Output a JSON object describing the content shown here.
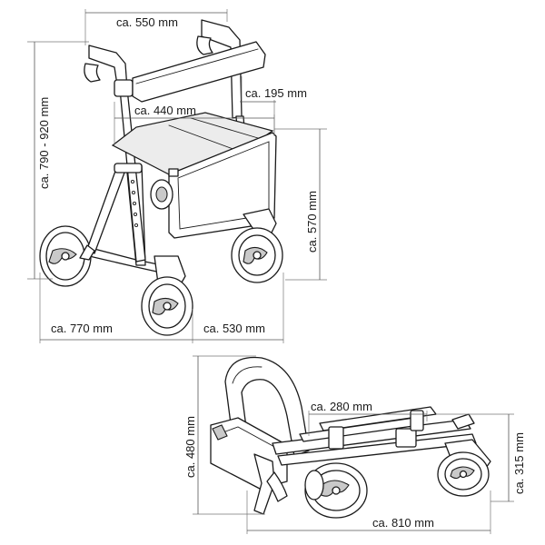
{
  "diagram": {
    "top_view": {
      "dim_width_top": "ca. 550 mm",
      "dim_height_handle": "ca. 790 - 920 mm",
      "dim_seat_depth": "ca. 195 mm",
      "dim_seat_width": "ca. 440 mm",
      "dim_seat_height": "ca. 570 mm",
      "dim_length": "ca. 770 mm",
      "dim_base_width": "ca. 530 mm"
    },
    "folded_view": {
      "dim_folded_height": "ca. 480 mm",
      "dim_folded_depth": "ca. 280 mm",
      "dim_folded_side": "ca. 315 mm",
      "dim_folded_length": "ca. 810 mm"
    }
  }
}
